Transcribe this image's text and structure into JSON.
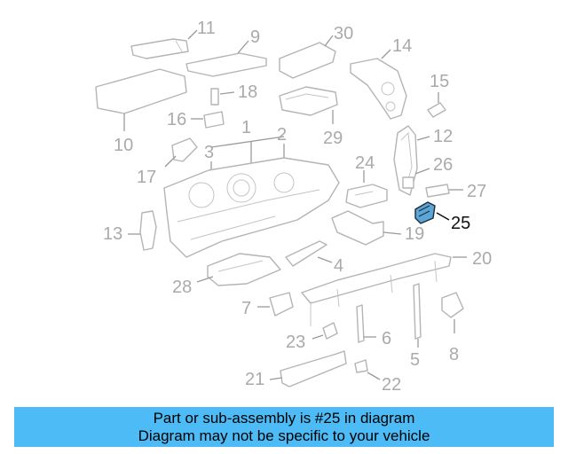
{
  "highlight_color": "#5aa6d6",
  "banner_color": "#4dbbf5",
  "callouts": [
    "11",
    "9",
    "30",
    "14",
    "18",
    "16",
    "1",
    "15",
    "12",
    "10",
    "3",
    "2",
    "17",
    "24",
    "26",
    "27",
    "25",
    "13",
    "19",
    "4",
    "20",
    "28",
    "7",
    "23",
    "6",
    "5",
    "8",
    "21",
    "22",
    "29"
  ],
  "highlighted_part": "25",
  "banner": {
    "line1": "Part or sub-assembly is #25 in diagram",
    "line2": "Diagram may not be specific to your vehicle"
  }
}
